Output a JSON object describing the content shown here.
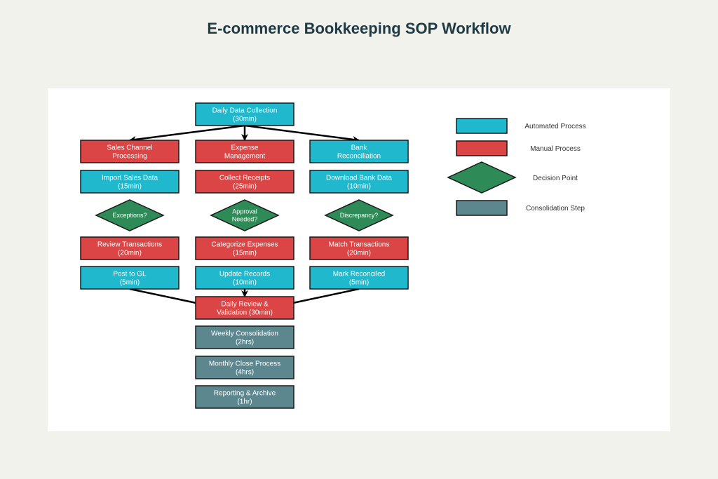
{
  "title": "E-commerce Bookkeeping SOP Workflow",
  "colors": {
    "automated": "#1fb8cd",
    "manual": "#db4545",
    "decision": "#2e8b57",
    "consolidation": "#5d878f",
    "border": "#1a1a1a",
    "text_light": "#ffffff",
    "text_dark": "#333333"
  },
  "nodes": [
    {
      "id": "daily-data-collection",
      "type": "automated",
      "lines": [
        "Daily Data Collection",
        "(30min)"
      ]
    },
    {
      "id": "sales-channel-processing",
      "type": "manual",
      "lines": [
        "Sales Channel",
        "Processing"
      ]
    },
    {
      "id": "expense-management",
      "type": "manual",
      "lines": [
        "Expense",
        "Management"
      ]
    },
    {
      "id": "bank-reconciliation",
      "type": "automated",
      "lines": [
        "Bank",
        "Reconciliation"
      ]
    },
    {
      "id": "import-sales-data",
      "type": "automated",
      "lines": [
        "Import Sales Data",
        "(15min)"
      ]
    },
    {
      "id": "collect-receipts",
      "type": "manual",
      "lines": [
        "Collect Receipts",
        "(25min)"
      ]
    },
    {
      "id": "download-bank-data",
      "type": "automated",
      "lines": [
        "Download Bank Data",
        "(10min)"
      ]
    },
    {
      "id": "exceptions-decision",
      "type": "decision",
      "lines": [
        "Exceptions?"
      ]
    },
    {
      "id": "approval-decision",
      "type": "decision",
      "lines": [
        "Approval",
        "Needed?"
      ]
    },
    {
      "id": "discrepancy-decision",
      "type": "decision",
      "lines": [
        "Discrepancy?"
      ]
    },
    {
      "id": "review-transactions",
      "type": "manual",
      "lines": [
        "Review Transactions",
        "(20min)"
      ]
    },
    {
      "id": "categorize-expenses",
      "type": "manual",
      "lines": [
        "Categorize Expenses",
        "(15min)"
      ]
    },
    {
      "id": "match-transactions",
      "type": "manual",
      "lines": [
        "Match Transactions",
        "(20min)"
      ]
    },
    {
      "id": "post-to-gl",
      "type": "automated",
      "lines": [
        "Post to GL",
        "(5min)"
      ]
    },
    {
      "id": "update-records",
      "type": "automated",
      "lines": [
        "Update Records",
        "(10min)"
      ]
    },
    {
      "id": "mark-reconciled",
      "type": "automated",
      "lines": [
        "Mark Reconciled",
        "(5min)"
      ]
    },
    {
      "id": "daily-review-validation",
      "type": "manual",
      "lines": [
        "Daily Review &",
        "Validation (30min)"
      ]
    },
    {
      "id": "weekly-consolidation",
      "type": "consolidation",
      "lines": [
        "Weekly Consolidation",
        "(2hrs)"
      ]
    },
    {
      "id": "monthly-close-process",
      "type": "consolidation",
      "lines": [
        "Monthly Close Process",
        "(4hrs)"
      ]
    },
    {
      "id": "reporting-archive",
      "type": "consolidation",
      "lines": [
        "Reporting & Archive",
        "(1hr)"
      ]
    }
  ],
  "edges": [
    {
      "from": "daily-data-collection",
      "to": "sales-channel-processing"
    },
    {
      "from": "daily-data-collection",
      "to": "expense-management"
    },
    {
      "from": "daily-data-collection",
      "to": "bank-reconciliation"
    },
    {
      "from": "post-to-gl",
      "to": "daily-review-validation"
    },
    {
      "from": "update-records",
      "to": "daily-review-validation"
    },
    {
      "from": "mark-reconciled",
      "to": "daily-review-validation"
    }
  ],
  "legend": [
    {
      "type": "automated",
      "label": "Automated Process"
    },
    {
      "type": "manual",
      "label": "Manual Process"
    },
    {
      "type": "decision",
      "label": "Decision Point"
    },
    {
      "type": "consolidation",
      "label": "Consolidation Step"
    }
  ]
}
